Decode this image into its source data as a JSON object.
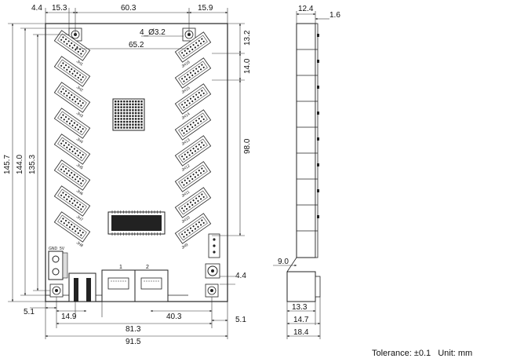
{
  "front_view": {
    "top_dims": [
      "4.4",
      "15.3",
      "60.3",
      "15.9"
    ],
    "hole_label": "4_Ø3.2",
    "inner_width": "65.2",
    "right_dims": [
      "13.2",
      "14.0",
      "98.0"
    ],
    "left_dims": [
      "145.7",
      "144.0",
      "135.3"
    ],
    "bottom_dims": [
      "5.1",
      "14.9",
      "40.3",
      "81.3",
      "91.5",
      "5.1"
    ],
    "bottom_right_dim": "4.4",
    "connector_labels_left": [
      "JH1",
      "JH2",
      "JH3",
      "JH4",
      "JH5",
      "JH6",
      "JH7",
      "JH8"
    ],
    "connector_labels_right": [
      "JH16",
      "JH15",
      "JH14",
      "JH13",
      "JH12",
      "JH11",
      "JH10",
      "JH9"
    ],
    "port_labels": [
      "1",
      "2"
    ],
    "terminal_labels": [
      "GND",
      "5V"
    ]
  },
  "side_view": {
    "top_dims": [
      "12.4",
      "1.6"
    ],
    "bottom_dims": [
      "9.0",
      "13.3",
      "14.7",
      "18.4"
    ]
  },
  "footer": {
    "tolerance": "Tolerance: ±0.1",
    "unit": "Unit: mm"
  }
}
